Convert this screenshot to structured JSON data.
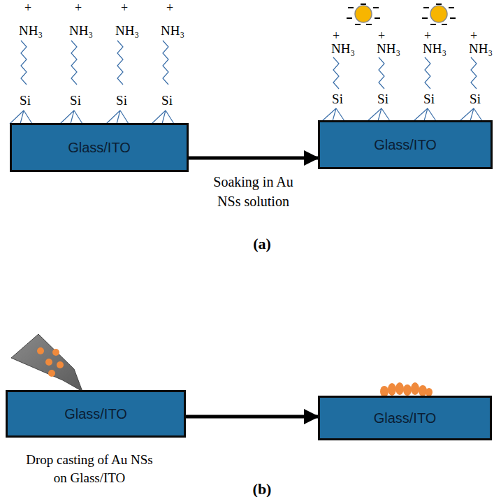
{
  "diagram": {
    "nodes": [
      {
        "text": [
          "Glass/ITO"
        ]
      },
      {
        "text": [
          "Glass/ITO"
        ]
      },
      {
        "text": [
          "Glass/ITO"
        ]
      },
      {
        "text": [
          "Glass/ITO"
        ]
      }
    ],
    "edges": [
      {
        "from": 0,
        "to": 1,
        "arrow": "to",
        "label": "Soaking in Au NSs solution"
      },
      {
        "from": 2,
        "to": 3,
        "arrow": "to"
      }
    ],
    "labels": [
      "+",
      "+",
      "+",
      "+",
      "NH₃",
      "NH₃",
      "NH₃",
      "NH₃",
      "Si",
      "Si",
      "Si",
      "Si",
      "+",
      "+",
      "+",
      "+",
      "NH₃",
      "NH₃",
      "NH₃",
      "NH₃",
      "Si",
      "Si",
      "Si",
      "Si",
      "(a)",
      "Drop casting of Au NSs on Glass/ITO",
      "(b)"
    ]
  }
}
